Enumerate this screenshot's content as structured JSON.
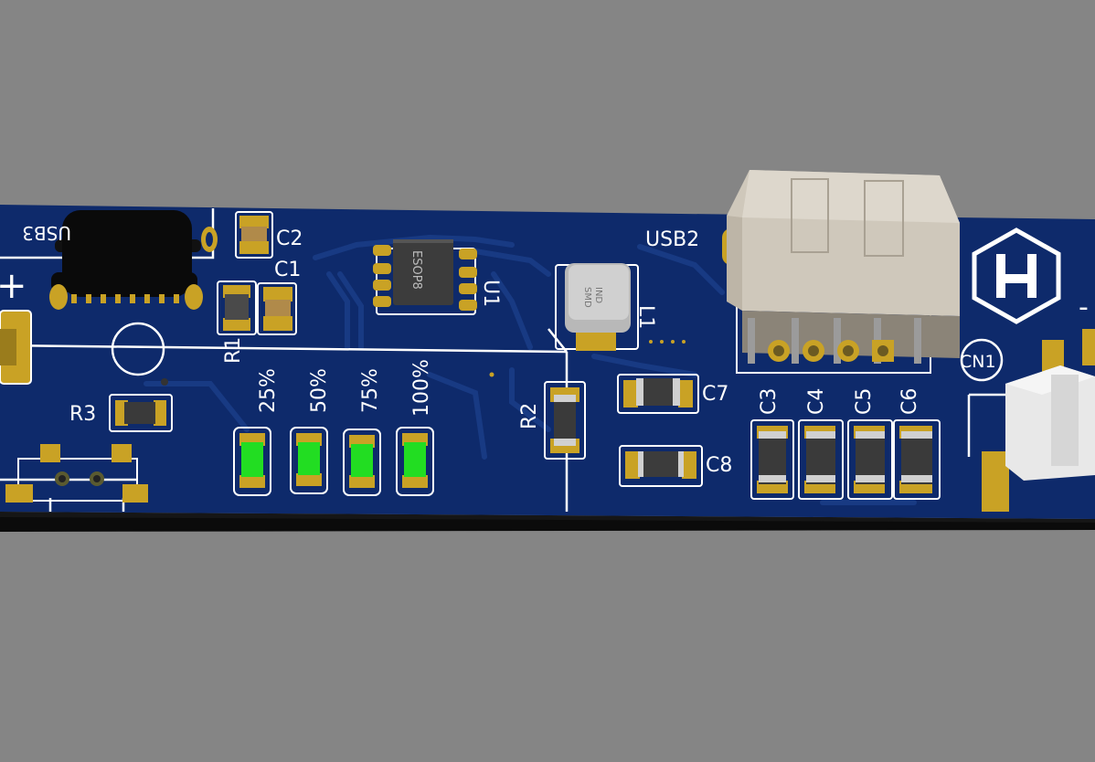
{
  "colors": {
    "background": "#858585",
    "board": "#0e2a6b",
    "board_edge": "#151515",
    "copper_pad": "#c9a225",
    "silkscreen": "#ffffff",
    "led": "#22dd22",
    "component_body": "#3a3a3a",
    "connector_shell": "#d8d2c6"
  },
  "labels": {
    "usb3": "USB3",
    "usb2": "USB2",
    "u1": "U1",
    "chip_marking": "ESOP8",
    "l1": "L1",
    "inductor_marking_1": "SMD",
    "inductor_marking_2": "IND",
    "c1": "C1",
    "c2": "C2",
    "c3": "C3",
    "c4": "C4",
    "c5": "C5",
    "c6": "C6",
    "c7": "C7",
    "c8": "C8",
    "r1": "R1",
    "r2": "R2",
    "r3": "R3",
    "cn1": "CN1",
    "plus": "+",
    "minus": "-",
    "led_25": "25%",
    "led_50": "50%",
    "led_75": "75%",
    "led_100": "100%"
  }
}
